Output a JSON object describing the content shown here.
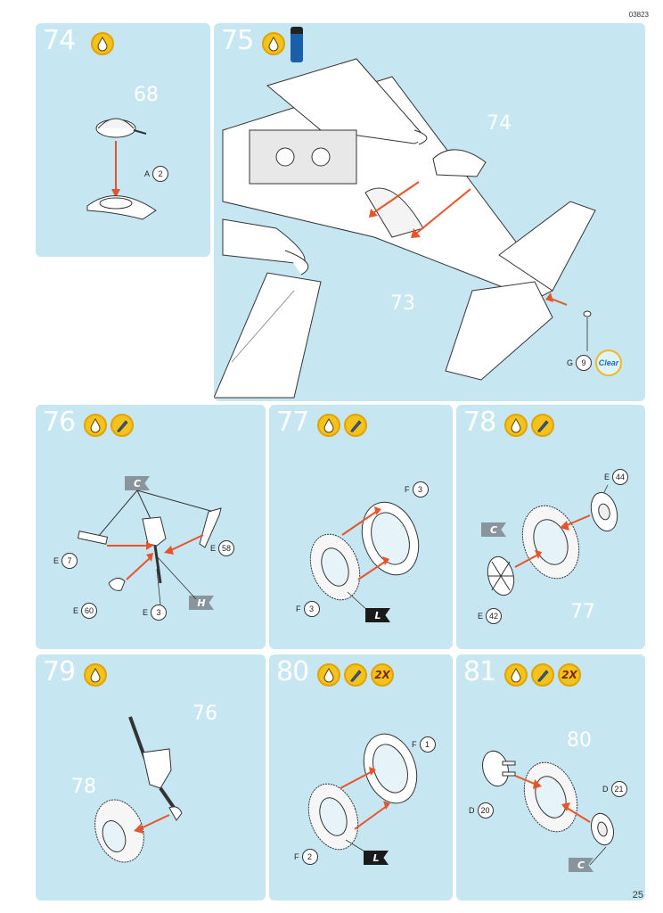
{
  "page": {
    "doc_code": "03823",
    "page_number": "25"
  },
  "steps": {
    "s74": {
      "number": "74",
      "ghost": "68",
      "callout_letter": "A",
      "callout_num": "2"
    },
    "s75": {
      "number": "75",
      "ghost_a": "74",
      "ghost_b": "73",
      "callout_letter": "G",
      "callout_num": "9",
      "clear": "Clear"
    },
    "s76": {
      "number": "76",
      "flag_c": "C",
      "flag_h": "H",
      "c1_letter": "E",
      "c1_num": "7",
      "c2_letter": "E",
      "c2_num": "58",
      "c3_letter": "E",
      "c3_num": "60",
      "c4_letter": "E",
      "c4_num": "3"
    },
    "s77": {
      "number": "77",
      "flag_l": "L",
      "c1_letter": "F",
      "c1_num": "3",
      "c2_letter": "F",
      "c2_num": "3"
    },
    "s78": {
      "number": "78",
      "flag_c": "C",
      "ghost": "77",
      "c1_letter": "E",
      "c1_num": "44",
      "c2_letter": "E",
      "c2_num": "42"
    },
    "s79": {
      "number": "79",
      "ghost_a": "76",
      "ghost_b": "78"
    },
    "s80": {
      "number": "80",
      "multiplier": "2X",
      "flag_l": "L",
      "c1_letter": "F",
      "c1_num": "1",
      "c2_letter": "F",
      "c2_num": "2"
    },
    "s81": {
      "number": "81",
      "multiplier": "2X",
      "ghost": "80",
      "flag_c": "C",
      "c1_letter": "D",
      "c1_num": "20",
      "c2_letter": "D",
      "c2_num": "21"
    }
  },
  "icons": {
    "glue": "glue-drop-icon",
    "paint": "paint-brush-icon",
    "paint_bottle": "paint-bottle-icon"
  },
  "colors": {
    "panel": "#c6e6f2",
    "badge": "#f4c21c",
    "arrow": "#e8542a",
    "flag_grey": "#8a949c",
    "flag_black": "#1a1a1a"
  }
}
